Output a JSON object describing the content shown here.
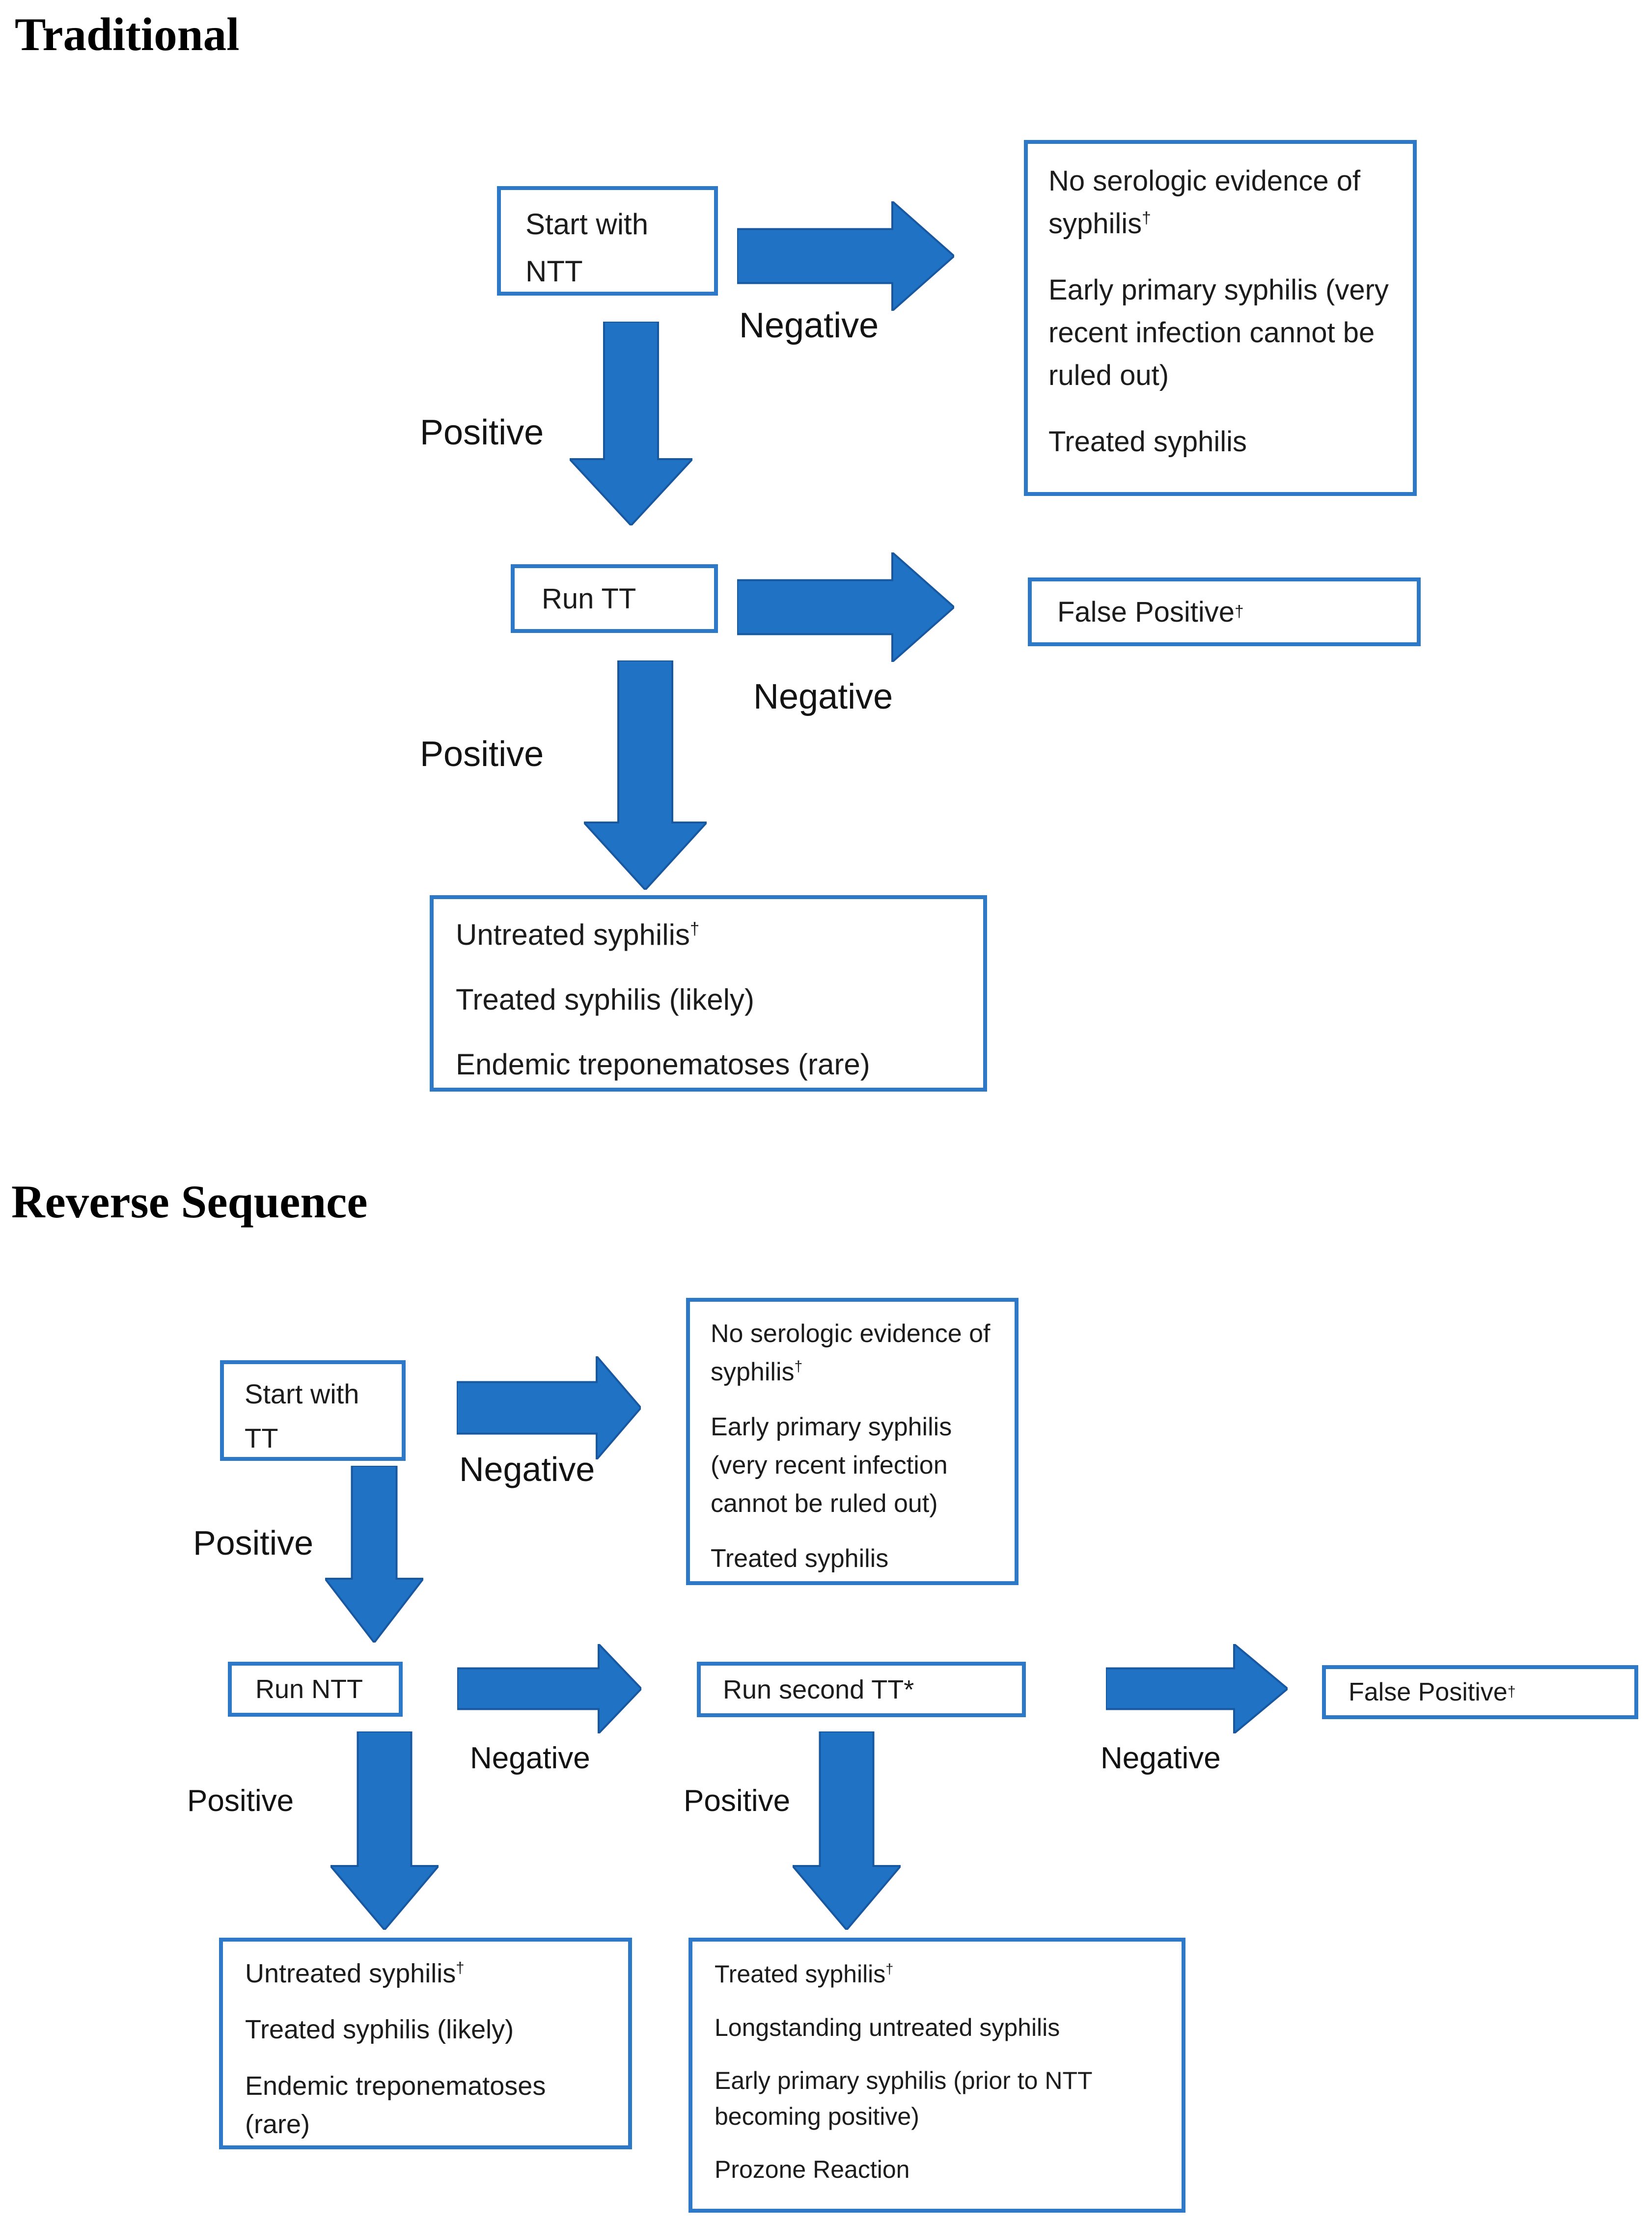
{
  "colors": {
    "arrow_fill": "#1F72C4",
    "arrow_stroke": "#1858A0",
    "box_border": "#2E79C7"
  },
  "traditional": {
    "title": "Traditional",
    "start_box": {
      "line1": "Start with",
      "line2": "NTT"
    },
    "labels": {
      "negative1": "Negative",
      "positive1": "Positive",
      "negative2": "Negative",
      "positive2": "Positive"
    },
    "negative_outcome_box": {
      "p1": "No serologic evidence of syphilis",
      "p1_sup": "†",
      "p2": "Early primary syphilis (very recent infection cannot be ruled out)",
      "p3": "Treated syphilis"
    },
    "run_tt_box": {
      "label": "Run TT"
    },
    "false_positive_box": {
      "label": "False Positive",
      "sup": "†"
    },
    "positive_outcome_box": {
      "p1": "Untreated syphilis",
      "p1_sup": "†",
      "p2": "Treated syphilis (likely)",
      "p3": "Endemic treponematoses (rare)"
    }
  },
  "reverse": {
    "title": "Reverse Sequence",
    "start_box": {
      "line1": "Start with",
      "line2": "TT"
    },
    "labels": {
      "negative1": "Negative",
      "positive1": "Positive",
      "negative2": "Negative",
      "positive2": "Positive",
      "negative3": "Negative",
      "positive3": "Positive"
    },
    "negative_outcome_box": {
      "p1": "No serologic evidence of syphilis",
      "p1_sup": "†",
      "p2": "Early primary syphilis (very recent infection cannot be ruled out)",
      "p3": "Treated syphilis"
    },
    "run_ntt_box": {
      "label": "Run NTT"
    },
    "run_second_tt_box": {
      "label": "Run second TT*"
    },
    "false_positive_box": {
      "label": "False Positive",
      "sup": "†"
    },
    "ntt_positive_outcome_box": {
      "p1": "Untreated syphilis",
      "p1_sup": "†",
      "p2": "Treated syphilis (likely)",
      "p3": "Endemic treponematoses (rare)"
    },
    "tt_positive_outcome_box": {
      "p1": "Treated syphilis",
      "p1_sup": "†",
      "p2": "Longstanding untreated syphilis",
      "p3": "Early primary syphilis (prior to NTT becoming positive)",
      "p4": "Prozone Reaction"
    }
  }
}
